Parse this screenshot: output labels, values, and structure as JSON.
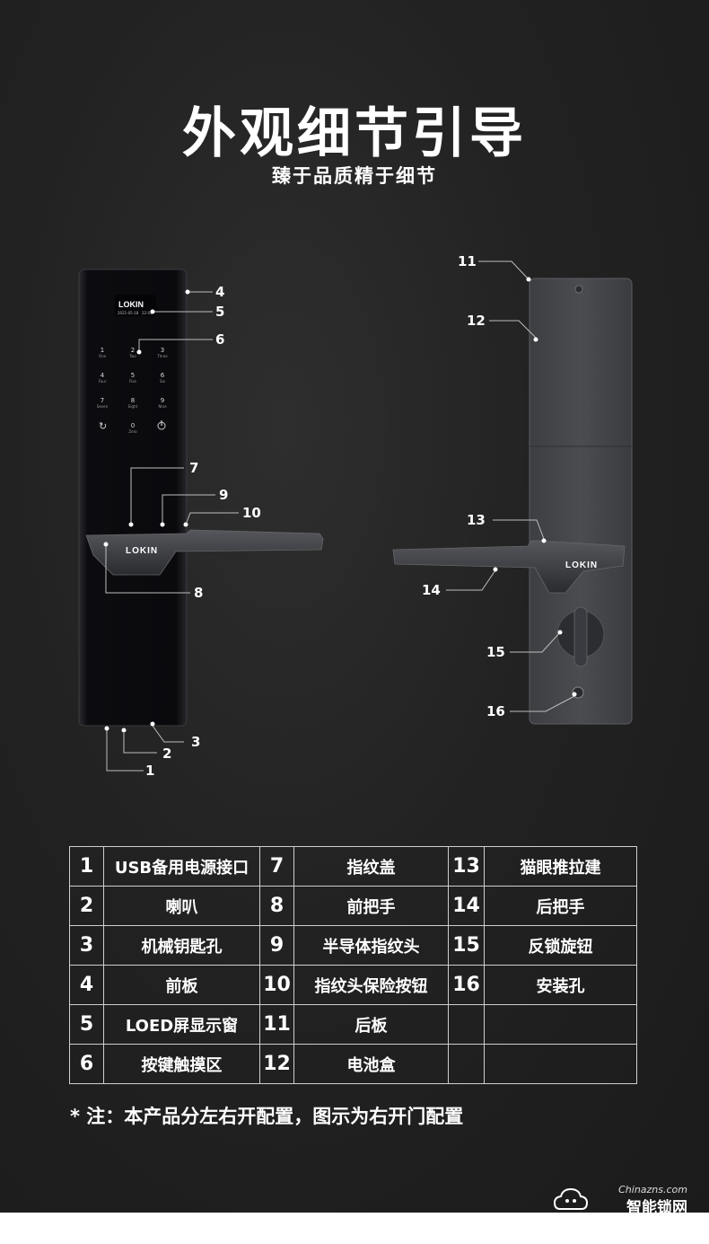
{
  "header": {
    "title": "外观细节引导",
    "subtitle": "臻于品质精于细节"
  },
  "lock_front": {
    "brand": "LOKIN",
    "screen_date": "2021-05-18",
    "screen_time": "22:05",
    "keys": [
      {
        "digit": "1",
        "word": "One"
      },
      {
        "digit": "2",
        "word": "Two"
      },
      {
        "digit": "3",
        "word": "Three"
      },
      {
        "digit": "4",
        "word": "Four"
      },
      {
        "digit": "5",
        "word": "Five"
      },
      {
        "digit": "6",
        "word": "Six"
      },
      {
        "digit": "7",
        "word": "Seven"
      },
      {
        "digit": "8",
        "word": "Eight"
      },
      {
        "digit": "9",
        "word": "Nine"
      },
      {
        "digit": "0",
        "word": "Zero"
      }
    ]
  },
  "lock_back": {
    "brand": "LOKIN"
  },
  "callouts": [
    "1",
    "2",
    "3",
    "4",
    "5",
    "6",
    "7",
    "8",
    "9",
    "10",
    "11",
    "12",
    "13",
    "14",
    "15",
    "16"
  ],
  "legend": {
    "rows": [
      [
        {
          "n": "1",
          "t": "USB备用电源接口"
        },
        {
          "n": "7",
          "t": "指纹盖"
        },
        {
          "n": "13",
          "t": "猫眼推拉建"
        }
      ],
      [
        {
          "n": "2",
          "t": "喇叭"
        },
        {
          "n": "8",
          "t": "前把手"
        },
        {
          "n": "14",
          "t": "后把手"
        }
      ],
      [
        {
          "n": "3",
          "t": "机械钥匙孔"
        },
        {
          "n": "9",
          "t": "半导体指纹头"
        },
        {
          "n": "15",
          "t": "反锁旋钮"
        }
      ],
      [
        {
          "n": "4",
          "t": "前板"
        },
        {
          "n": "10",
          "t": "指纹头保险按钮"
        },
        {
          "n": "16",
          "t": "安装孔"
        }
      ],
      [
        {
          "n": "5",
          "t": "LOED屏显示窗"
        },
        {
          "n": "11",
          "t": "后板"
        },
        {
          "n": "",
          "t": ""
        }
      ],
      [
        {
          "n": "6",
          "t": "按键触摸区"
        },
        {
          "n": "12",
          "t": "电池盒"
        },
        {
          "n": "",
          "t": ""
        }
      ]
    ]
  },
  "note": "* 注：本产品分左右开配置，图示为右开门配置",
  "watermark": {
    "en": "Chinazns.com",
    "cn": "智能锁网"
  },
  "colors": {
    "background": "#222222",
    "front_panel": "#0e0e12",
    "back_panel": "#45474b",
    "text": "#ffffff"
  }
}
